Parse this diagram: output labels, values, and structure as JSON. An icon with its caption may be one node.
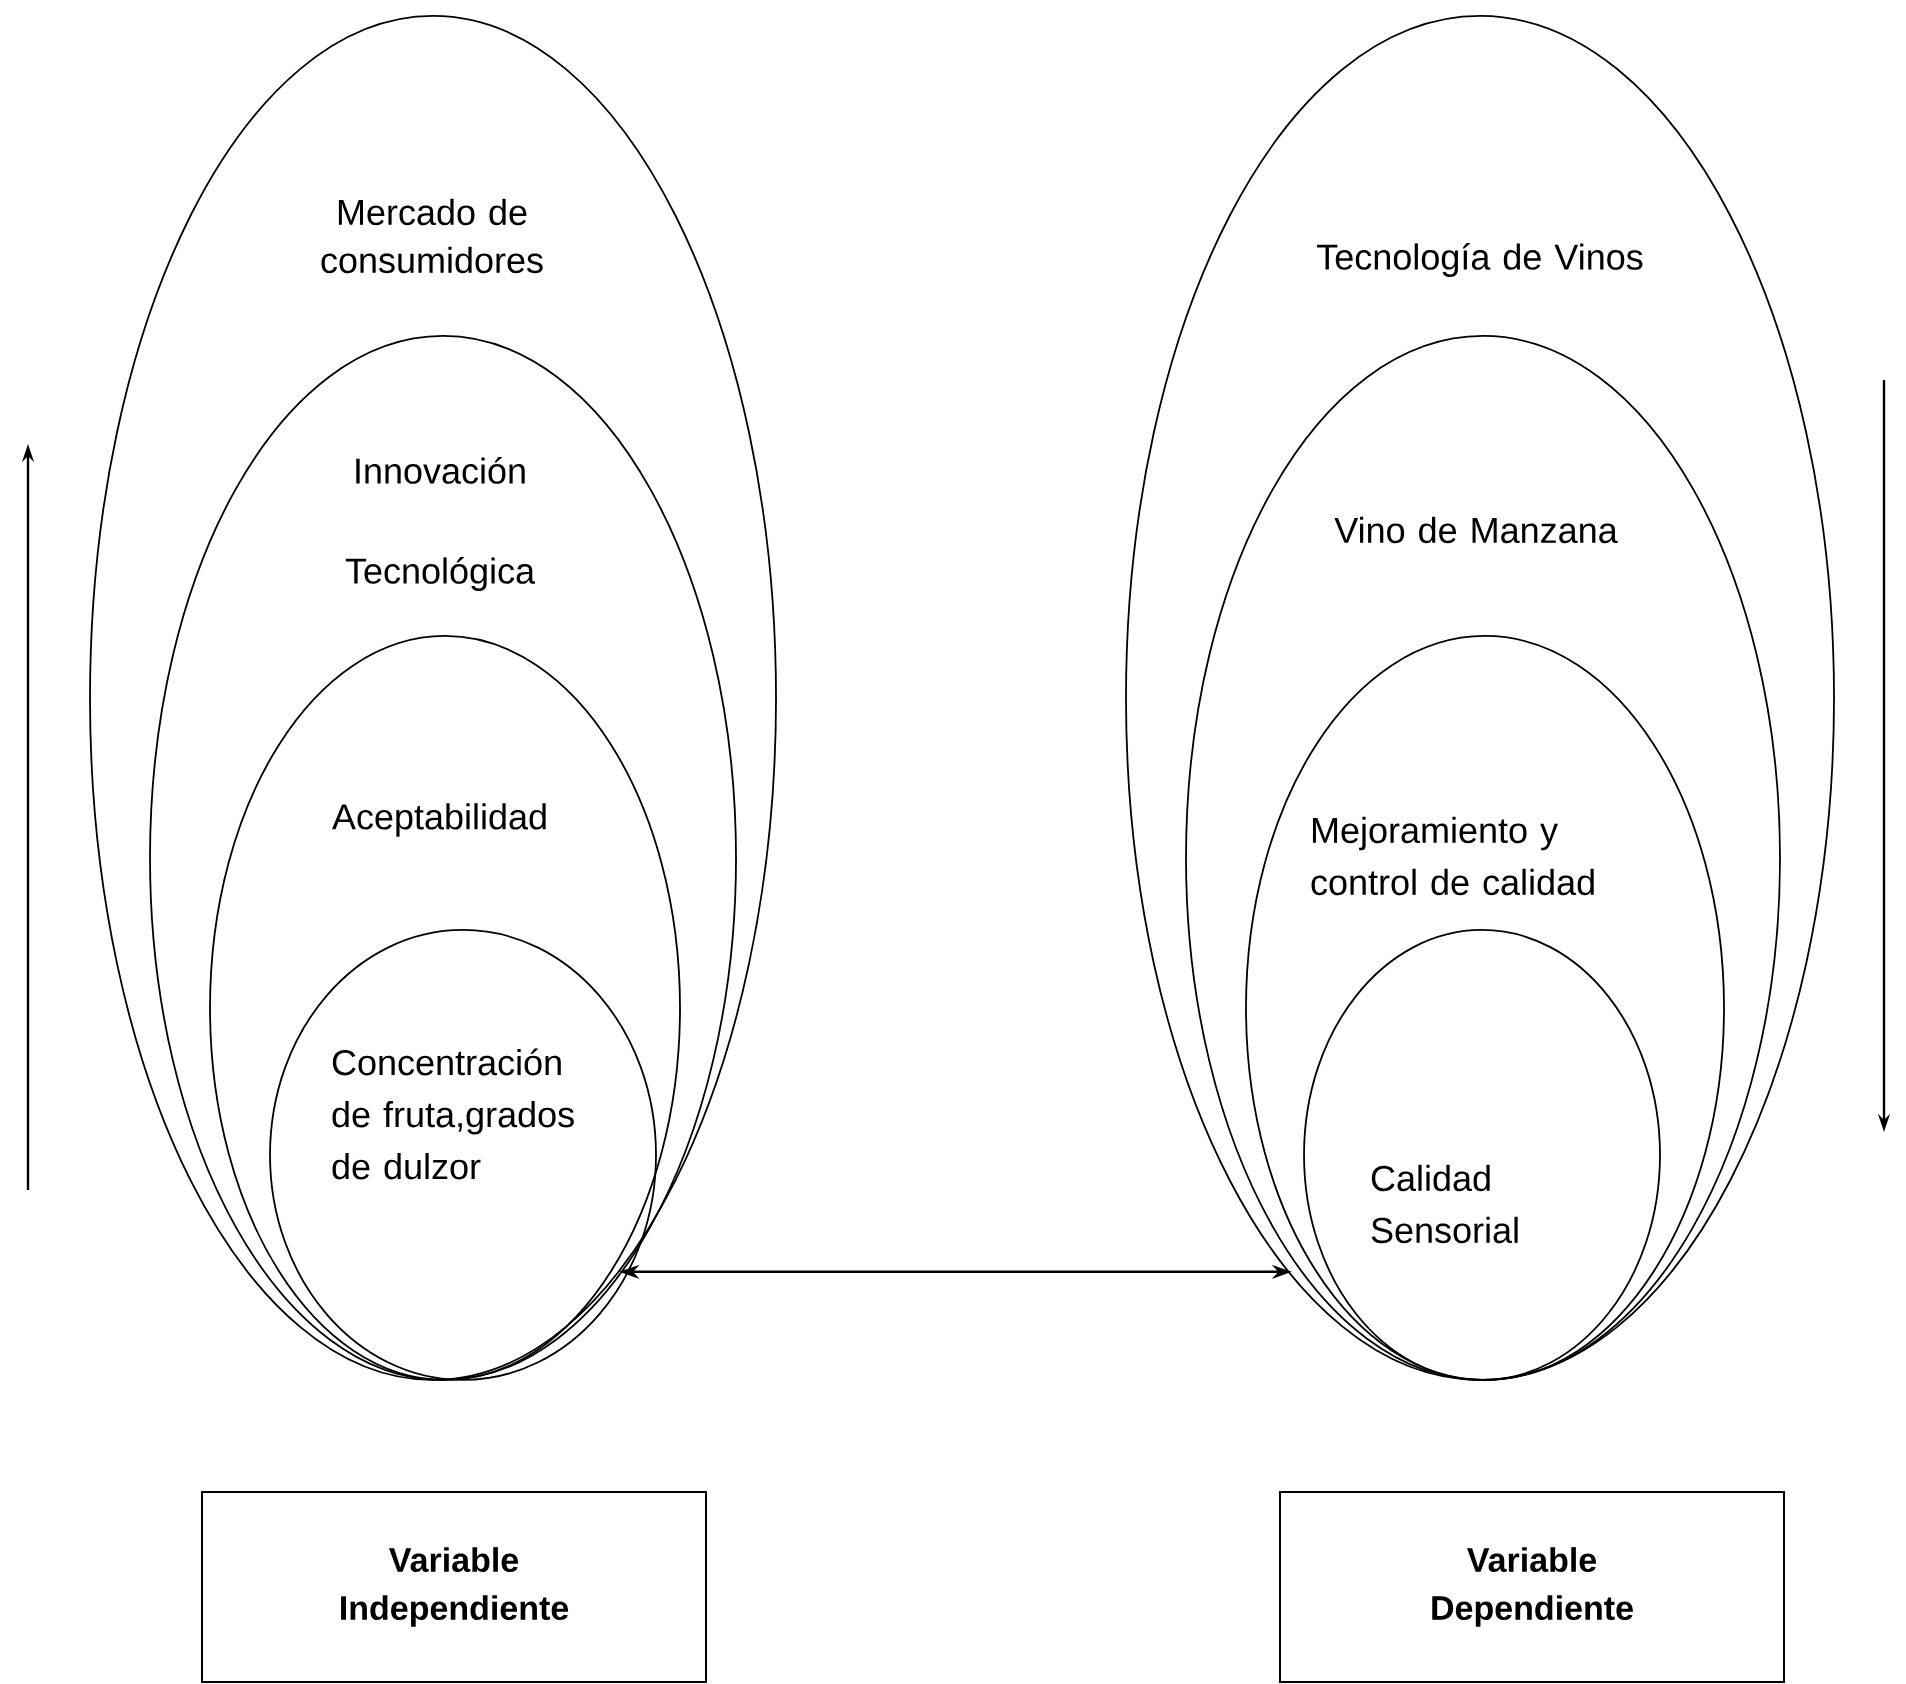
{
  "diagram": {
    "nodes": [
      {
        "text": [
          "Mercado de consumidores"
        ]
      },
      {
        "text": [
          "Innovación Tecnológica"
        ],
        "in": 0
      },
      {
        "text": [
          "Aceptabilidad"
        ],
        "in": 1
      },
      {
        "text": [
          "Concentración de fruta,grados de dulzor"
        ],
        "in": 2
      },
      {
        "text": [
          "Tecnología de Vinos"
        ]
      },
      {
        "text": [
          "Vino de Manzana"
        ],
        "in": 4
      },
      {
        "text": [
          "Mejoramiento y control de calidad"
        ],
        "in": 5
      },
      {
        "text": [
          "Calidad Sensorial"
        ],
        "in": 6
      },
      {
        "text": [
          "Variable Independiente"
        ]
      },
      {
        "text": [
          "Variable Dependiente"
        ]
      }
    ],
    "edges": [
      {
        "from": 0,
        "to": 4,
        "arrow": "both"
      }
    ]
  }
}
